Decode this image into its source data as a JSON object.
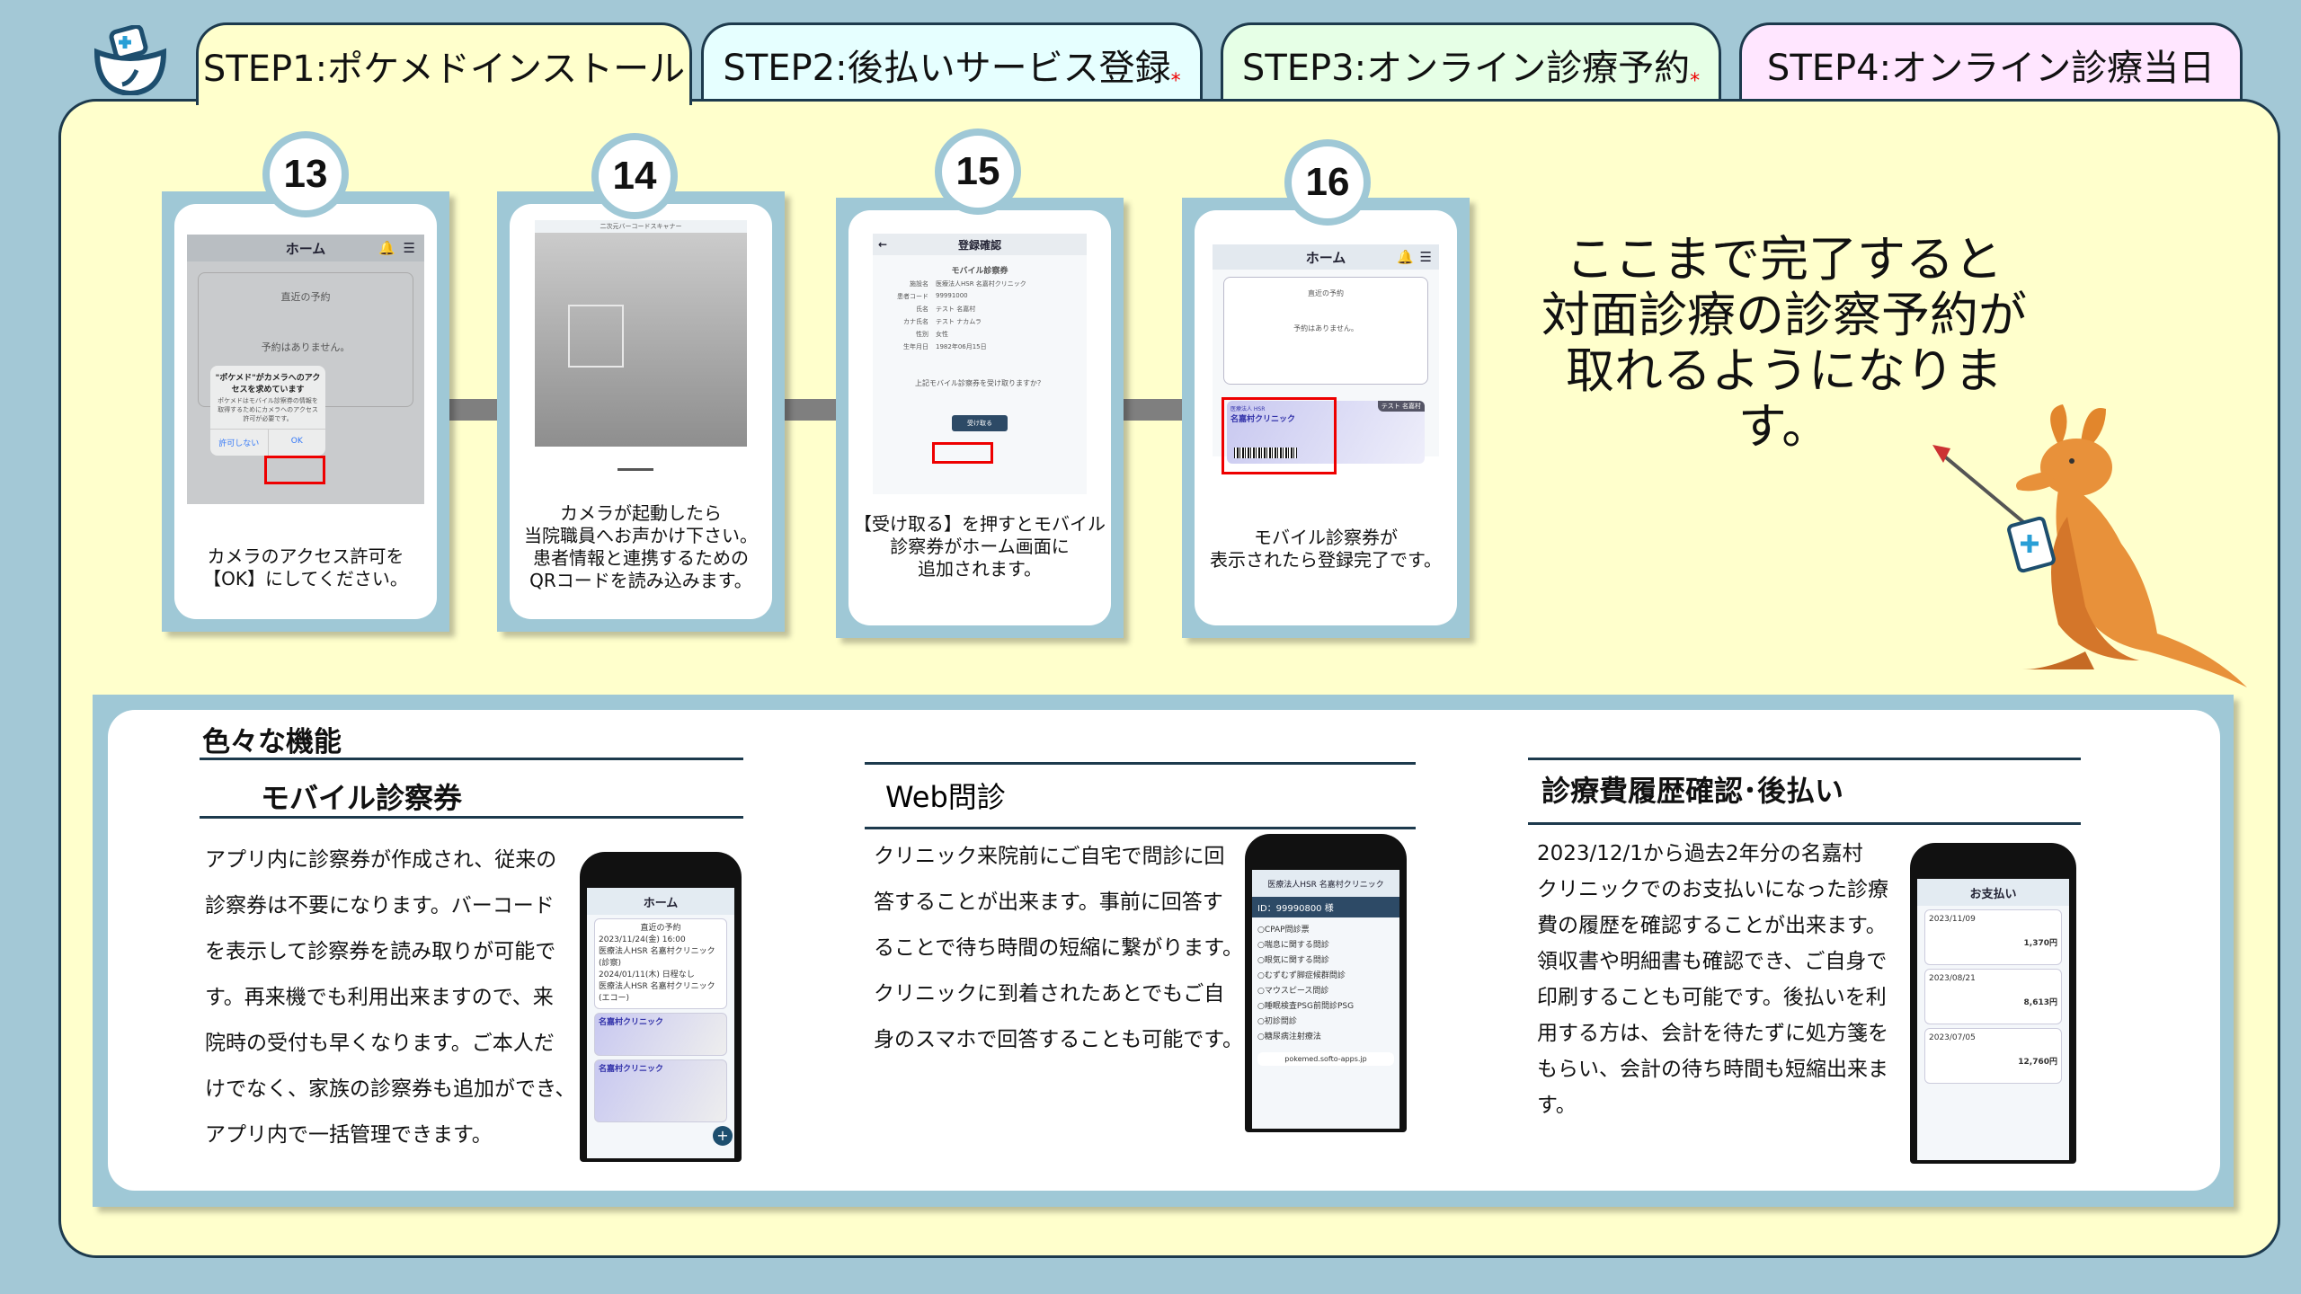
{
  "tabs": [
    {
      "label": "STEP1:ポケメドインストール",
      "color": "#ffffcc",
      "active": true
    },
    {
      "label": "STEP2:後払いサービス登録",
      "color": "#e6ffff",
      "mark": "*"
    },
    {
      "label": "STEP3:オンライン診療予約",
      "color": "#e6ffe6",
      "mark": "*"
    },
    {
      "label": "STEP4:オンライン診療当日",
      "color": "#ffe6ff"
    }
  ],
  "steps": [
    {
      "num": "13",
      "screen": {
        "title": "ホーム",
        "card_title": "直近の予約",
        "card_text": "予約はありません。",
        "dialog_title": "\"ポケメド\"がカメラへのアクセスを求めています",
        "dialog_text": "ポケメドはモバイル診察券の情報を取得するためにカメラへのアクセス許可が必要です。",
        "deny": "許可しない",
        "ok": "OK"
      },
      "caption": "カメラのアクセス許可を\n【OK】にしてください。"
    },
    {
      "num": "14",
      "screen": {
        "title": "二次元バーコードスキャナー"
      },
      "caption": "カメラが起動したら\n当院職員へお声かけ下さい。\n患者情報と連携するための\nQRコードを読み込みます。"
    },
    {
      "num": "15",
      "screen": {
        "title": "登録確認",
        "subtitle": "モバイル診察券",
        "fields": [
          [
            "施設名",
            "医療法人HSR 名嘉村クリニック"
          ],
          [
            "患者コード",
            "99991000"
          ],
          [
            "氏名",
            "テスト 名嘉村"
          ],
          [
            "カナ氏名",
            "テスト ナカムラ"
          ],
          [
            "性別",
            "女性"
          ],
          [
            "生年月日",
            "1982年06月15日"
          ]
        ],
        "question": "上記モバイル診察券を受け取りますか？",
        "button": "受け取る"
      },
      "caption": "【受け取る】を押すとモバイル\n診察券がホーム画面に\n追加されます。"
    },
    {
      "num": "16",
      "screen": {
        "title": "ホーム",
        "card_title": "直近の予約",
        "card_text": "予約はありません。",
        "ticket_org": "医療法人 HSR",
        "ticket_clinic": "名嘉村クリニック",
        "ticket_name": "テスト 名嘉村"
      },
      "caption": "モバイル診察券が\n表示されたら登録完了です。"
    }
  ],
  "headline": "ここまで完了すると\n対面診療の診察予約が\n取れるようになります。",
  "features": {
    "heading": "色々な機能",
    "items": [
      {
        "title": "モバイル診察券",
        "text": "アプリ内に診察券が作成され、従来の\n診察券は不要になります。バーコード\nを表示して診察券を読み取りが可能で\nす。再来機でも利用出来ますので、来\n院時の受付も早くなります。ご本人だ\nけでなく、家族の診察券も追加ができ、\nアプリ内で一括管理できます。",
        "phone": {
          "title": "ホーム",
          "card_title": "直近の予約",
          "lines": [
            "2023/11/24(金) 16:00",
            "医療法人HSR 名嘉村クリニック (診察)",
            "2024/01/11(木) 日程なし",
            "医療法人HSR 名嘉村クリニック (エコー)"
          ],
          "clinic": "名嘉村クリニック"
        }
      },
      {
        "title": "Web問診",
        "text": "クリニック来院前にご自宅で問診に回\n答することが出来ます。事前に回答す\nることで待ち時間の短縮に繋がります。\nクリニックに到着されたあとでもご自\n身のスマホで回答することも可能です。",
        "phone": {
          "title": "医療法人HSR 名嘉村クリニック",
          "id": "ID：99990800 様",
          "options": [
            "○CPAP問診票",
            "○喘息に関する問診",
            "○眼気に関する問診",
            "○むずむず脚症候群問診",
            "○マウスピース問診",
            "○睡眠検査PSG前問診PSG",
            "○初診問診",
            "○糖尿病注射療法"
          ],
          "url": "pokemed.softo-apps.jp"
        }
      },
      {
        "title": "診療費履歴確認･後払い",
        "text": "2023/12/1から過去2年分の名嘉村\nクリニックでのお支払いになった診療\n費の履歴を確認することが出来ます。\n領収書や明細書も確認でき、ご自身で\n印刷することも可能です。後払いを利\n用する方は、会計を待たずに処方箋を\nもらい、会計の待ち時間も短縮出来ま\nす。",
        "phone": {
          "title": "お支払い",
          "records": [
            [
              "2023/11/09",
              "1,370円"
            ],
            [
              "2023/08/21",
              "8,613円"
            ],
            [
              "2023/07/05",
              "12,760円"
            ]
          ]
        }
      }
    ]
  },
  "colors": {
    "frame": "#9fc8d6",
    "panel": "#ffffcc",
    "dark": "#1d3a4d",
    "highlight": "#e00000"
  }
}
